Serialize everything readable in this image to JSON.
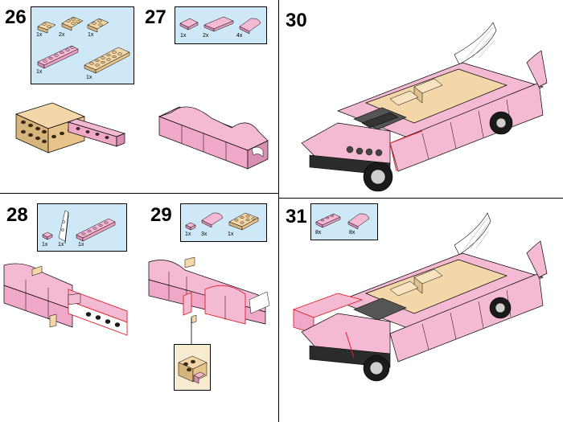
{
  "steps": [
    {
      "number": "26",
      "parts": [
        "1x",
        "2x",
        "1x",
        "1x",
        "1x"
      ]
    },
    {
      "number": "27",
      "parts": [
        "1x",
        "2x",
        "4x"
      ]
    },
    {
      "number": "28",
      "parts": [
        "1x",
        "1x",
        "1x"
      ]
    },
    {
      "number": "29",
      "parts": [
        "1x",
        "3x",
        "1x"
      ]
    },
    {
      "number": "30",
      "parts": []
    },
    {
      "number": "31",
      "parts": [
        "8x",
        "8x"
      ]
    }
  ],
  "colors": {
    "pink": "#f4b9d3",
    "pink_dark": "#d98fb2",
    "tan": "#f3d7a8",
    "tan_dark": "#d6b47c",
    "black": "#2b2b2b",
    "gray": "#6b6b6b",
    "white": "#ffffff",
    "parts_bg": "#cfe8f7",
    "highlight": "#e0202a"
  }
}
